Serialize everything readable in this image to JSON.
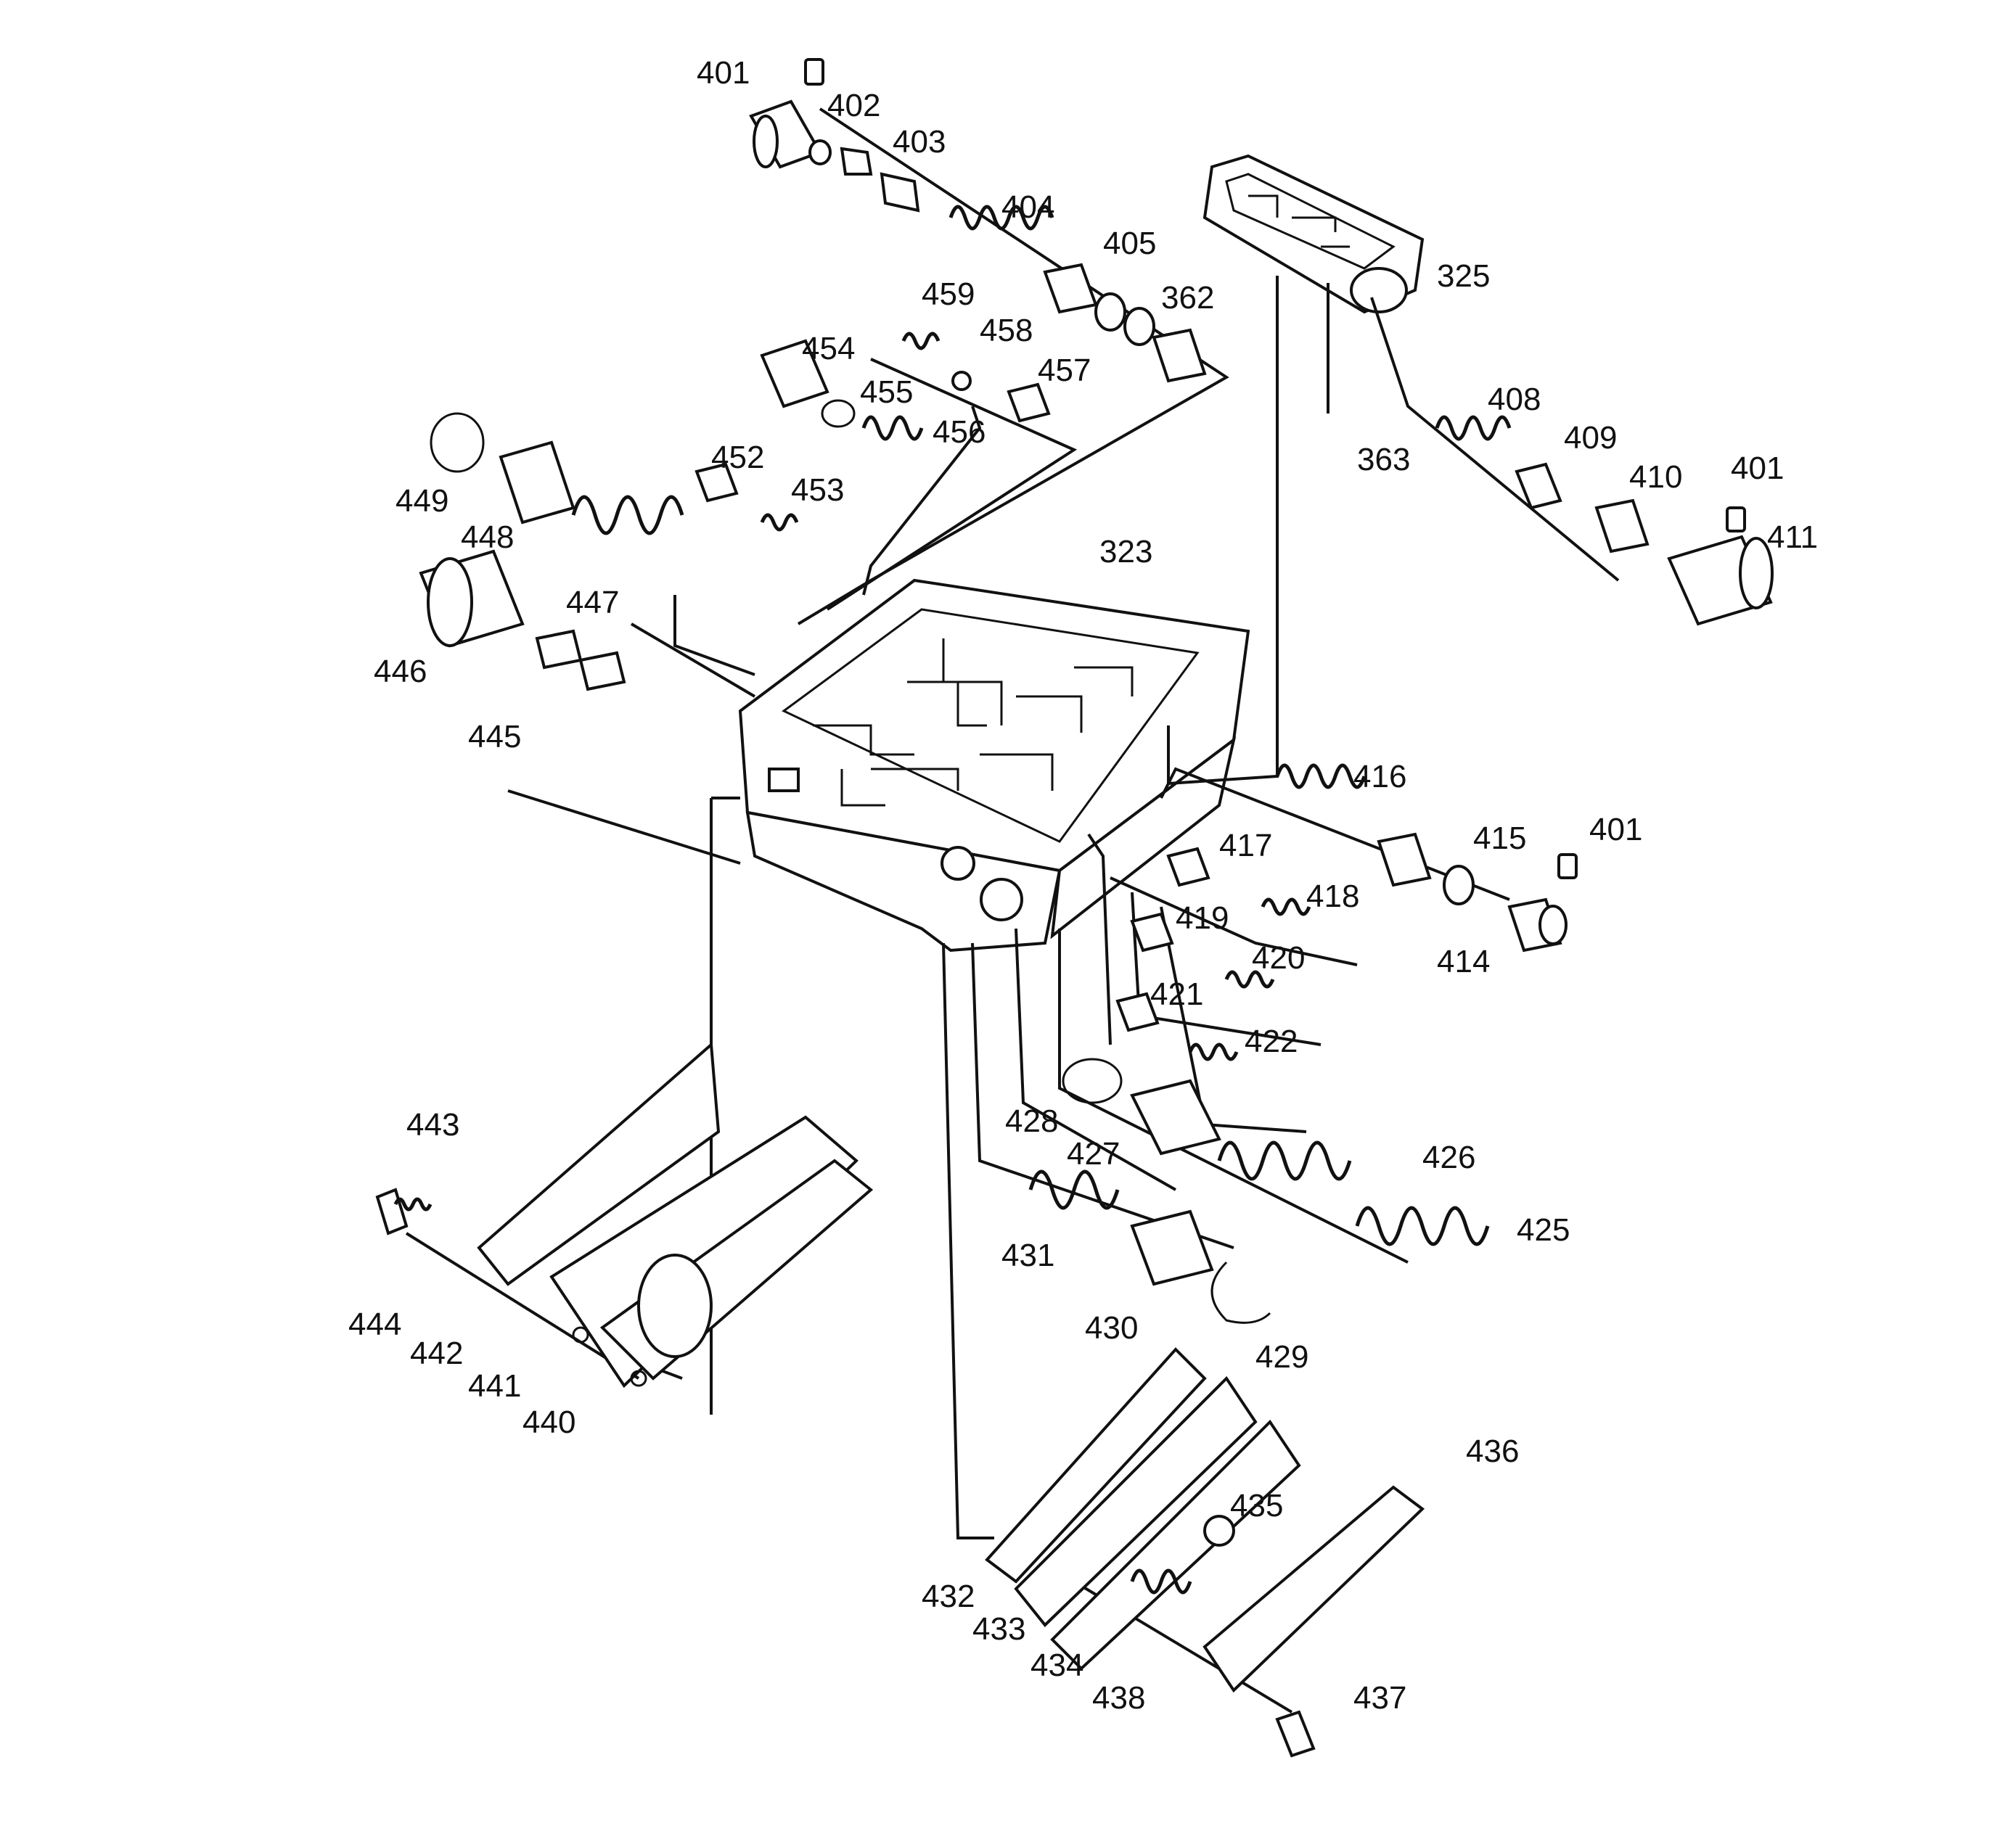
{
  "diagram": {
    "colors": {
      "line": "#111111",
      "background": "#ffffff"
    },
    "labels": {
      "l325": "325",
      "l362": "362",
      "l363": "363",
      "l323": "323",
      "l401a": "401",
      "l401b": "401",
      "l401c": "401",
      "l402": "402",
      "l403": "403",
      "l404": "404",
      "l405": "405",
      "l408": "408",
      "l409": "409",
      "l410": "410",
      "l411": "411",
      "l414": "414",
      "l415": "415",
      "l416": "416",
      "l417": "417",
      "l418": "418",
      "l419": "419",
      "l420": "420",
      "l421": "421",
      "l422": "422",
      "l425": "425",
      "l426": "426",
      "l427": "427",
      "l428": "428",
      "l429": "429",
      "l430": "430",
      "l431": "431",
      "l432": "432",
      "l433": "433",
      "l434": "434",
      "l435": "435",
      "l436": "436",
      "l437": "437",
      "l438": "438",
      "l440": "440",
      "l441": "441",
      "l442": "442",
      "l443": "443",
      "l444": "444",
      "l445": "445",
      "l446": "446",
      "l447": "447",
      "l448": "448",
      "l449": "449",
      "l452": "452",
      "l453": "453",
      "l454": "454",
      "l455": "455",
      "l456": "456",
      "l457": "457",
      "l458": "458",
      "l459": "459"
    }
  }
}
